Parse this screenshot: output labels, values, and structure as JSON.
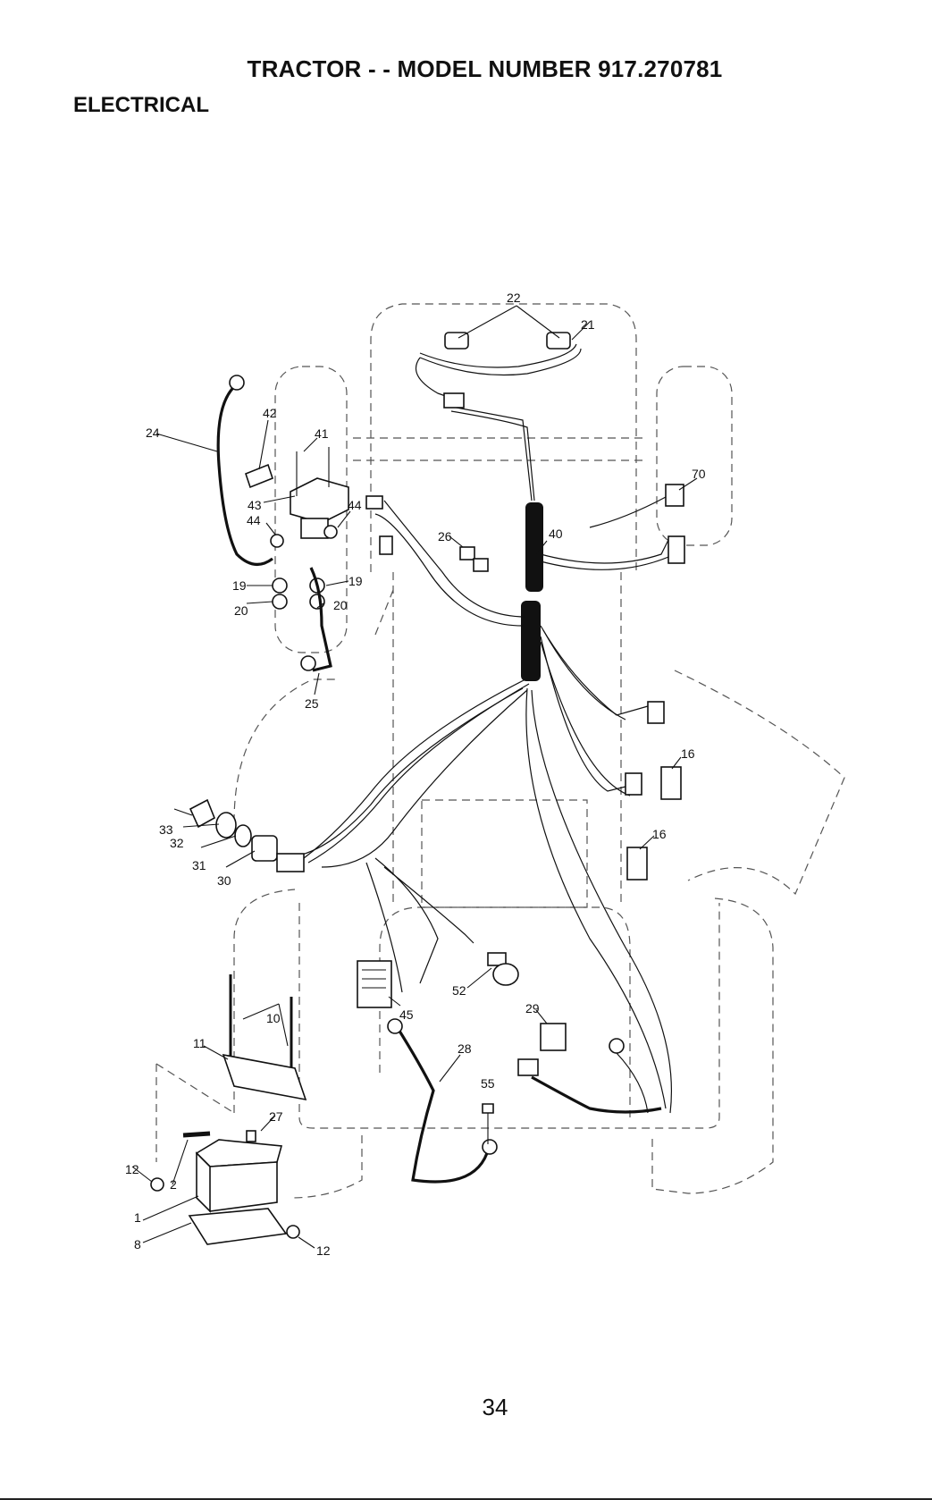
{
  "header": {
    "title": "TRACTOR - - MODEL NUMBER 917.270781",
    "section": "ELECTRICAL"
  },
  "footer": {
    "page_number": "34"
  },
  "callouts": [
    {
      "key": "c22",
      "text": "22"
    },
    {
      "key": "c21",
      "text": "21"
    },
    {
      "key": "c24",
      "text": "24"
    },
    {
      "key": "c42",
      "text": "42"
    },
    {
      "key": "c41",
      "text": "41"
    },
    {
      "key": "c43",
      "text": "43"
    },
    {
      "key": "c44a",
      "text": "44"
    },
    {
      "key": "c44b",
      "text": "44"
    },
    {
      "key": "c19a",
      "text": "19"
    },
    {
      "key": "c19b",
      "text": "19"
    },
    {
      "key": "c20a",
      "text": "20"
    },
    {
      "key": "c20b",
      "text": "20"
    },
    {
      "key": "c25",
      "text": "25"
    },
    {
      "key": "c26",
      "text": "26"
    },
    {
      "key": "c40",
      "text": "40"
    },
    {
      "key": "c70",
      "text": "70"
    },
    {
      "key": "c16a",
      "text": "16"
    },
    {
      "key": "c16b",
      "text": "16"
    },
    {
      "key": "c33",
      "text": "33"
    },
    {
      "key": "c32",
      "text": "32"
    },
    {
      "key": "c31",
      "text": "31"
    },
    {
      "key": "c30",
      "text": "30"
    },
    {
      "key": "c52",
      "text": "52"
    },
    {
      "key": "c45",
      "text": "45"
    },
    {
      "key": "c29",
      "text": "29"
    },
    {
      "key": "c28",
      "text": "28"
    },
    {
      "key": "c55",
      "text": "55"
    },
    {
      "key": "c10",
      "text": "10"
    },
    {
      "key": "c11",
      "text": "11"
    },
    {
      "key": "c27",
      "text": "27"
    },
    {
      "key": "c12a",
      "text": "12"
    },
    {
      "key": "c12b",
      "text": "12"
    },
    {
      "key": "c2",
      "text": "2"
    },
    {
      "key": "c1",
      "text": "1"
    },
    {
      "key": "c8",
      "text": "8"
    }
  ]
}
